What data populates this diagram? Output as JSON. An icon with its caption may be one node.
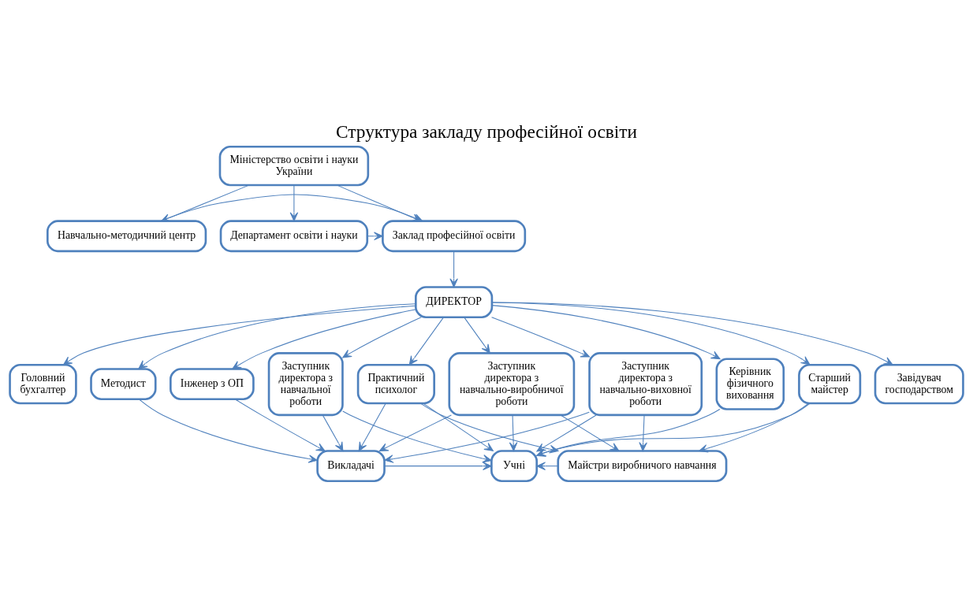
{
  "diagram": {
    "title": "Структура закладу професійної освіти",
    "nodes": [
      {
        "text": [
          "Міністерство освіти і науки України"
        ]
      },
      {
        "text": [
          "Навчально-методичний центр"
        ]
      },
      {
        "text": [
          "Департамент освіти і науки"
        ]
      },
      {
        "text": [
          "Заклад професійної освіти"
        ]
      },
      {
        "text": [
          "ДИРЕКТОР"
        ]
      },
      {
        "text": [
          "Головний бухгалтер"
        ]
      },
      {
        "text": [
          "Практичний психолог"
        ]
      },
      {
        "text": [
          "Методист"
        ]
      },
      {
        "text": [
          "Інженер з ОП"
        ]
      },
      {
        "text": [
          "Заступник директора з навчальної роботи"
        ]
      },
      {
        "text": [
          "Заступник директора з навчально-виробничої роботи"
        ]
      },
      {
        "text": [
          "Заступник директора з навчально-виховної роботи"
        ]
      },
      {
        "text": [
          "Старший майстер"
        ]
      },
      {
        "text": [
          "Керівник фізичного виховання"
        ]
      },
      {
        "text": [
          "Завідувач господарством"
        ]
      },
      {
        "text": [
          "Викладачі"
        ]
      },
      {
        "text": [
          "Учні"
        ]
      },
      {
        "text": [
          "Майстри виробничого навчання"
        ]
      }
    ],
    "edges": [
      {
        "from": 0,
        "to": 1,
        "arrow": "to"
      },
      {
        "from": 0,
        "to": 3,
        "arrow": "to"
      },
      {
        "from": 0,
        "to": 2,
        "arrow": "to"
      },
      {
        "from": 1,
        "to": 3,
        "arrow": "to"
      },
      {
        "from": 2,
        "to": 3,
        "arrow": "to"
      },
      {
        "from": 3,
        "to": 4,
        "arrow": "to"
      },
      {
        "from": 4,
        "to": 5,
        "arrow": "to"
      },
      {
        "from": 4,
        "to": 6,
        "arrow": "to"
      },
      {
        "from": 4,
        "to": 7,
        "arrow": "to"
      },
      {
        "from": 4,
        "to": 8,
        "arrow": "to"
      },
      {
        "from": 4,
        "to": 9,
        "arrow": "to"
      },
      {
        "from": 4,
        "to": 10,
        "arrow": "to"
      },
      {
        "from": 4,
        "to": 11,
        "arrow": "to"
      },
      {
        "from": 4,
        "to": 12,
        "arrow": "to"
      },
      {
        "from": 4,
        "to": 13,
        "arrow": "to"
      },
      {
        "from": 4,
        "to": 14,
        "arrow": "to"
      },
      {
        "from": 6,
        "to": 15,
        "arrow": "to"
      },
      {
        "from": 6,
        "to": 16,
        "arrow": "to"
      },
      {
        "from": 6,
        "to": 17,
        "arrow": "to"
      },
      {
        "from": 7,
        "to": 15,
        "arrow": "to"
      },
      {
        "from": 8,
        "to": 15,
        "arrow": "to"
      },
      {
        "from": 9,
        "to": 15,
        "arrow": "to"
      },
      {
        "from": 9,
        "to": 16,
        "arrow": "to"
      },
      {
        "from": 10,
        "to": 15,
        "arrow": "to"
      },
      {
        "from": 10,
        "to": 16,
        "arrow": "to"
      },
      {
        "from": 10,
        "to": 17,
        "arrow": "to"
      },
      {
        "from": 11,
        "to": 15,
        "arrow": "to"
      },
      {
        "from": 11,
        "to": 16,
        "arrow": "to"
      },
      {
        "from": 11,
        "to": 17,
        "arrow": "to"
      },
      {
        "from": 12,
        "to": 16,
        "arrow": "to"
      },
      {
        "from": 12,
        "to": 17,
        "arrow": "to"
      },
      {
        "from": 13,
        "to": 16,
        "arrow": "to"
      },
      {
        "from": 15,
        "to": 16,
        "arrow": "to"
      },
      {
        "from": 17,
        "to": 16,
        "arrow": "to"
      }
    ]
  }
}
